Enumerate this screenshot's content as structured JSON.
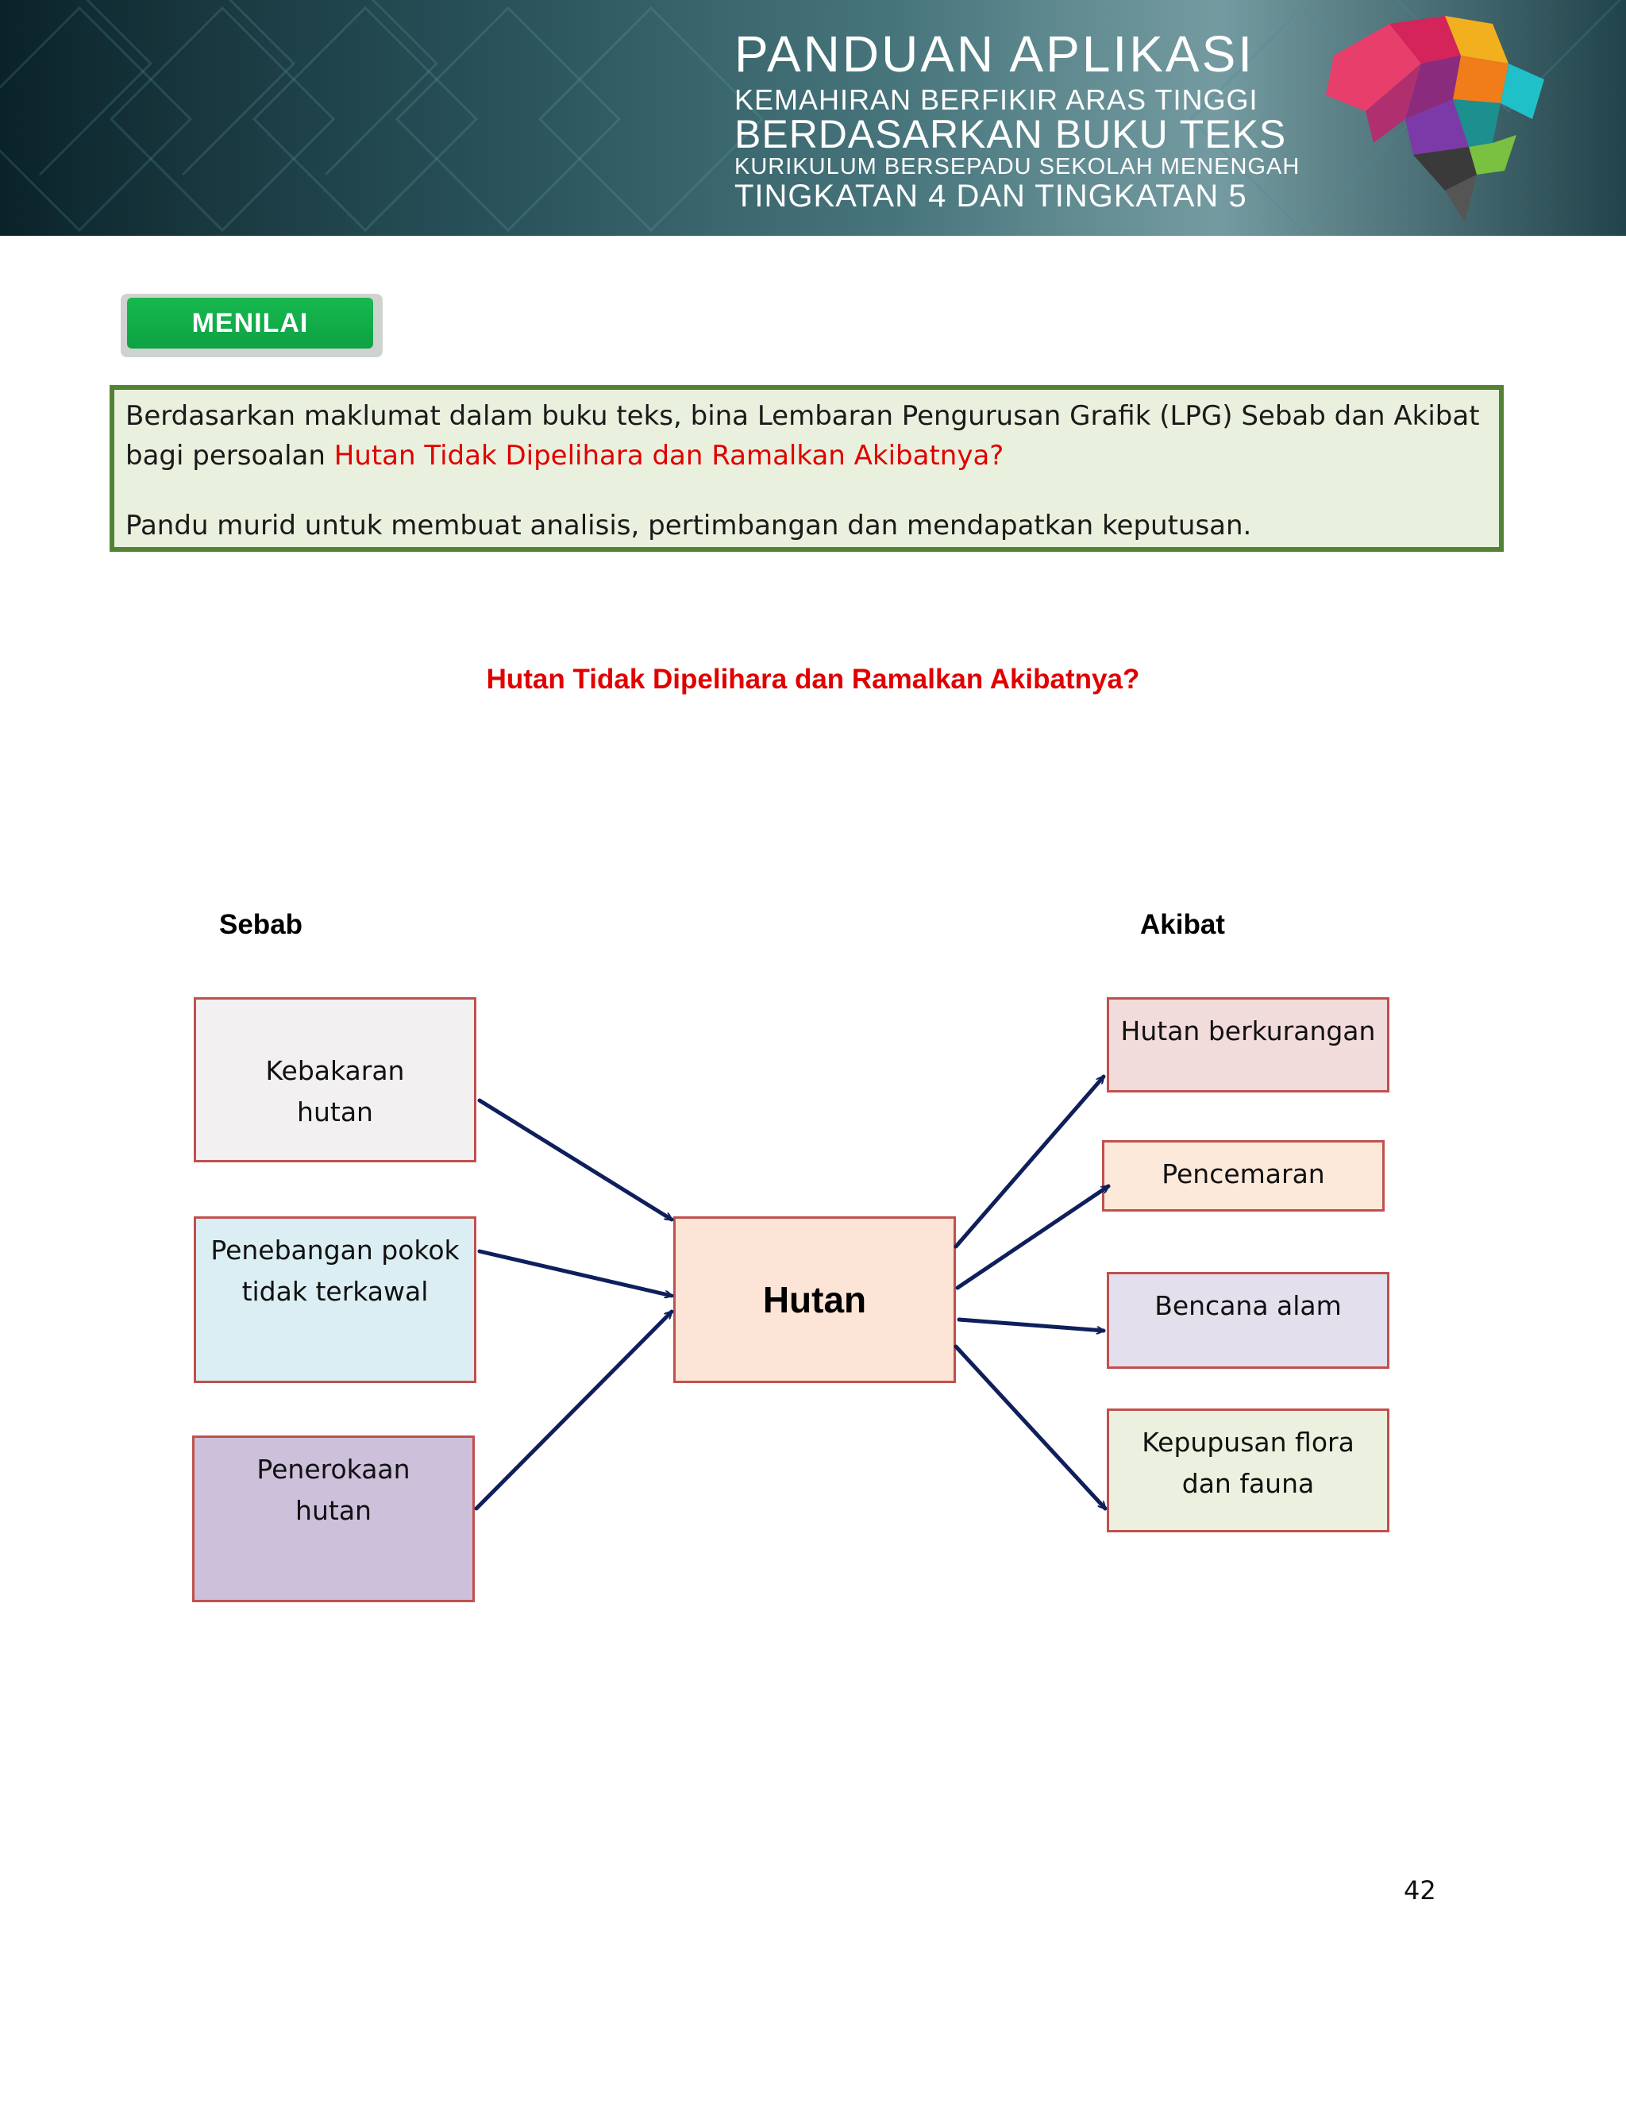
{
  "banner": {
    "line1": "PANDUAN APLIKASI",
    "line2": "KEMAHIRAN BERFIKIR ARAS TINGGI",
    "line3": "BERDASARKAN BUKU TEKS",
    "line4": "KURIKULUM BERSEPADU SEKOLAH MENENGAH",
    "line5": "TINGKATAN 4 DAN TINGKATAN 5"
  },
  "section_label": "MENILAI",
  "instructions": {
    "p1_part1": "Berdasarkan  maklumat dalam buku teks,  bina  Lembaran  Pengurusan  Grafik  (LPG)  Sebab  dan  Akibat  bagi persoalan ",
    "p1_red": " Hutan Tidak Dipelihara dan Ramalkan Akibatnya?",
    "p2": "Pandu murid untuk membuat analisis, pertimbangan  dan mendapatkan  keputusan."
  },
  "diagram": {
    "title": "Hutan Tidak Dipelihara dan Ramalkan Akibatnya?",
    "cause_label": "Sebab",
    "effect_label": "Akibat",
    "center": "Hutan",
    "causes": [
      {
        "line1": "Kebakaran",
        "line2": "hutan"
      },
      {
        "line1": "Penebangan pokok",
        "line2": "tidak terkawal"
      },
      {
        "line1": "Penerokaan",
        "line2": "hutan"
      }
    ],
    "effects": [
      {
        "line1": "Hutan berkurangan"
      },
      {
        "line1": "Pencemaran"
      },
      {
        "line1": "Bencana alam"
      },
      {
        "line1": "Kepupusan flora",
        "line2": "dan fauna"
      }
    ],
    "colors": {
      "box_border": "#c0504d",
      "arrow": "#0f1f5c",
      "cause1_fill": "#f2f0f0",
      "cause2_fill": "#dbeef3",
      "cause3_fill": "#ccc0da",
      "center_fill": "#fce4d6",
      "effect1_fill": "#f2dcdb",
      "effect2_fill": "#fde9d9",
      "effect3_fill": "#e4dfec",
      "effect4_fill": "#ebf1de"
    }
  },
  "page_number": "42"
}
